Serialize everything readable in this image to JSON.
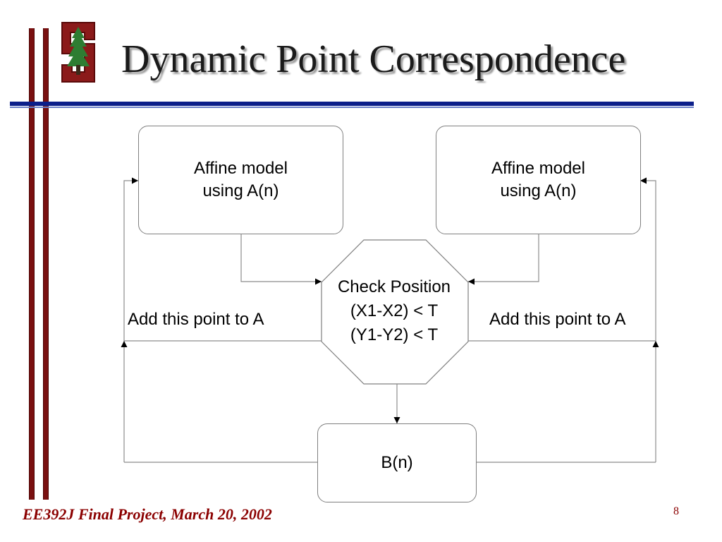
{
  "slide": {
    "title": "Dynamic Point Correspondence",
    "footer": "EE392J Final Project, March 20, 2002",
    "page_number": "8"
  },
  "diagram": {
    "affine_left": "Affine model\nusing A(n)",
    "affine_right": "Affine model\nusing A(n)",
    "check_position": "Check Position\n(X1-X2)  < T\n(Y1-Y2)  < T",
    "add_left": "Add this point to A",
    "add_right": "Add this point to A",
    "output": "B(n)"
  },
  "colors": {
    "logo_red": "#8b1a1a",
    "tree_green": "#2e7d32",
    "title_rule": "#0c1f8a",
    "footer_text": "#8b0000"
  }
}
